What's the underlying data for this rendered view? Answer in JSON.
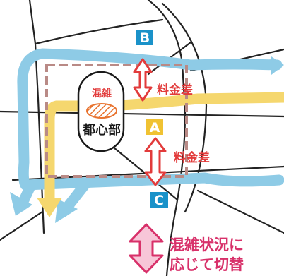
{
  "routes": {
    "a": {
      "label": "A",
      "color": "#f0c232"
    },
    "b": {
      "label": "B",
      "color": "#1a92c9"
    },
    "c": {
      "label": "C",
      "color": "#1a92c9"
    }
  },
  "fee_difference_label": "料金差",
  "core": {
    "congestion_label": "混雑",
    "name_label": "都心部"
  },
  "note": {
    "line1": "混雑状況に",
    "line2": "応じて切替"
  },
  "colors": {
    "blue_route": "#8ecbe6",
    "yellow_route": "#f5d76e",
    "fee_red": "#e23b3b",
    "cordon": "#b98a86",
    "switch_pink": "#d8316a"
  }
}
